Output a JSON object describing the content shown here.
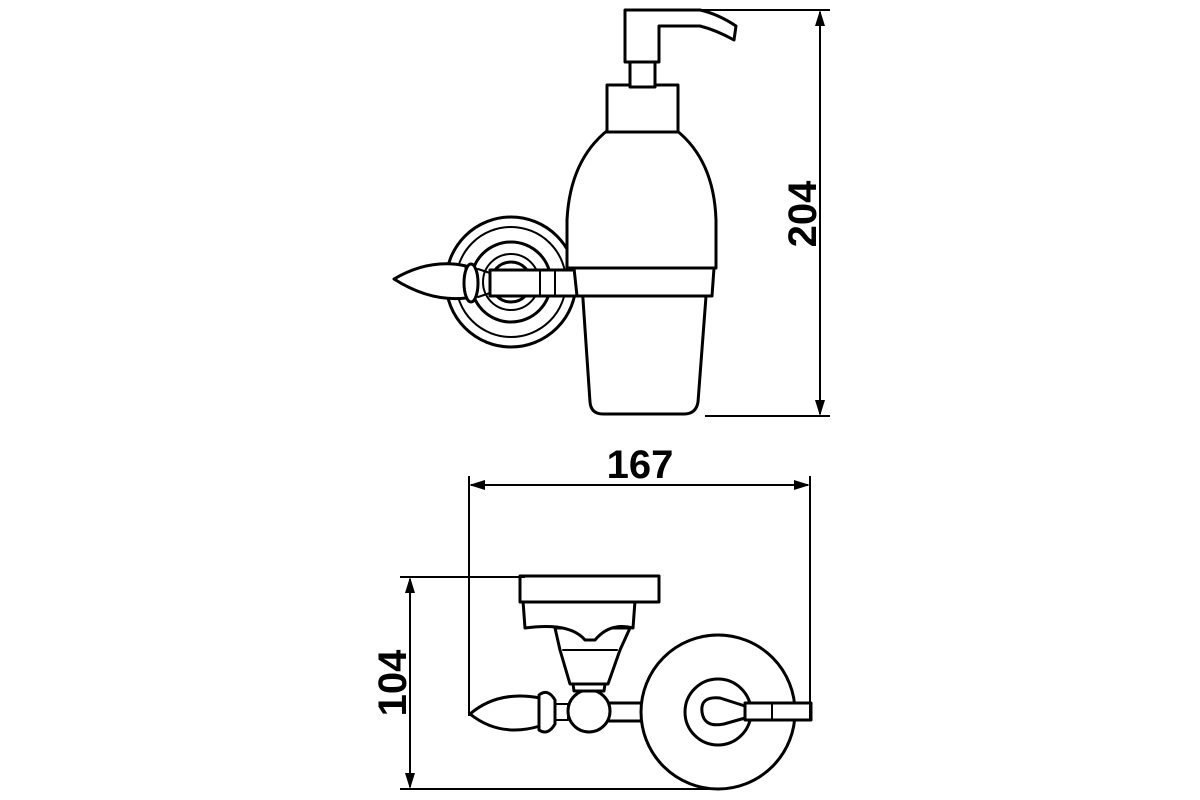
{
  "dimensions": {
    "height": "204",
    "width": "167",
    "depth": "104"
  },
  "colors": {
    "line": "#000000",
    "background": "#ffffff"
  }
}
